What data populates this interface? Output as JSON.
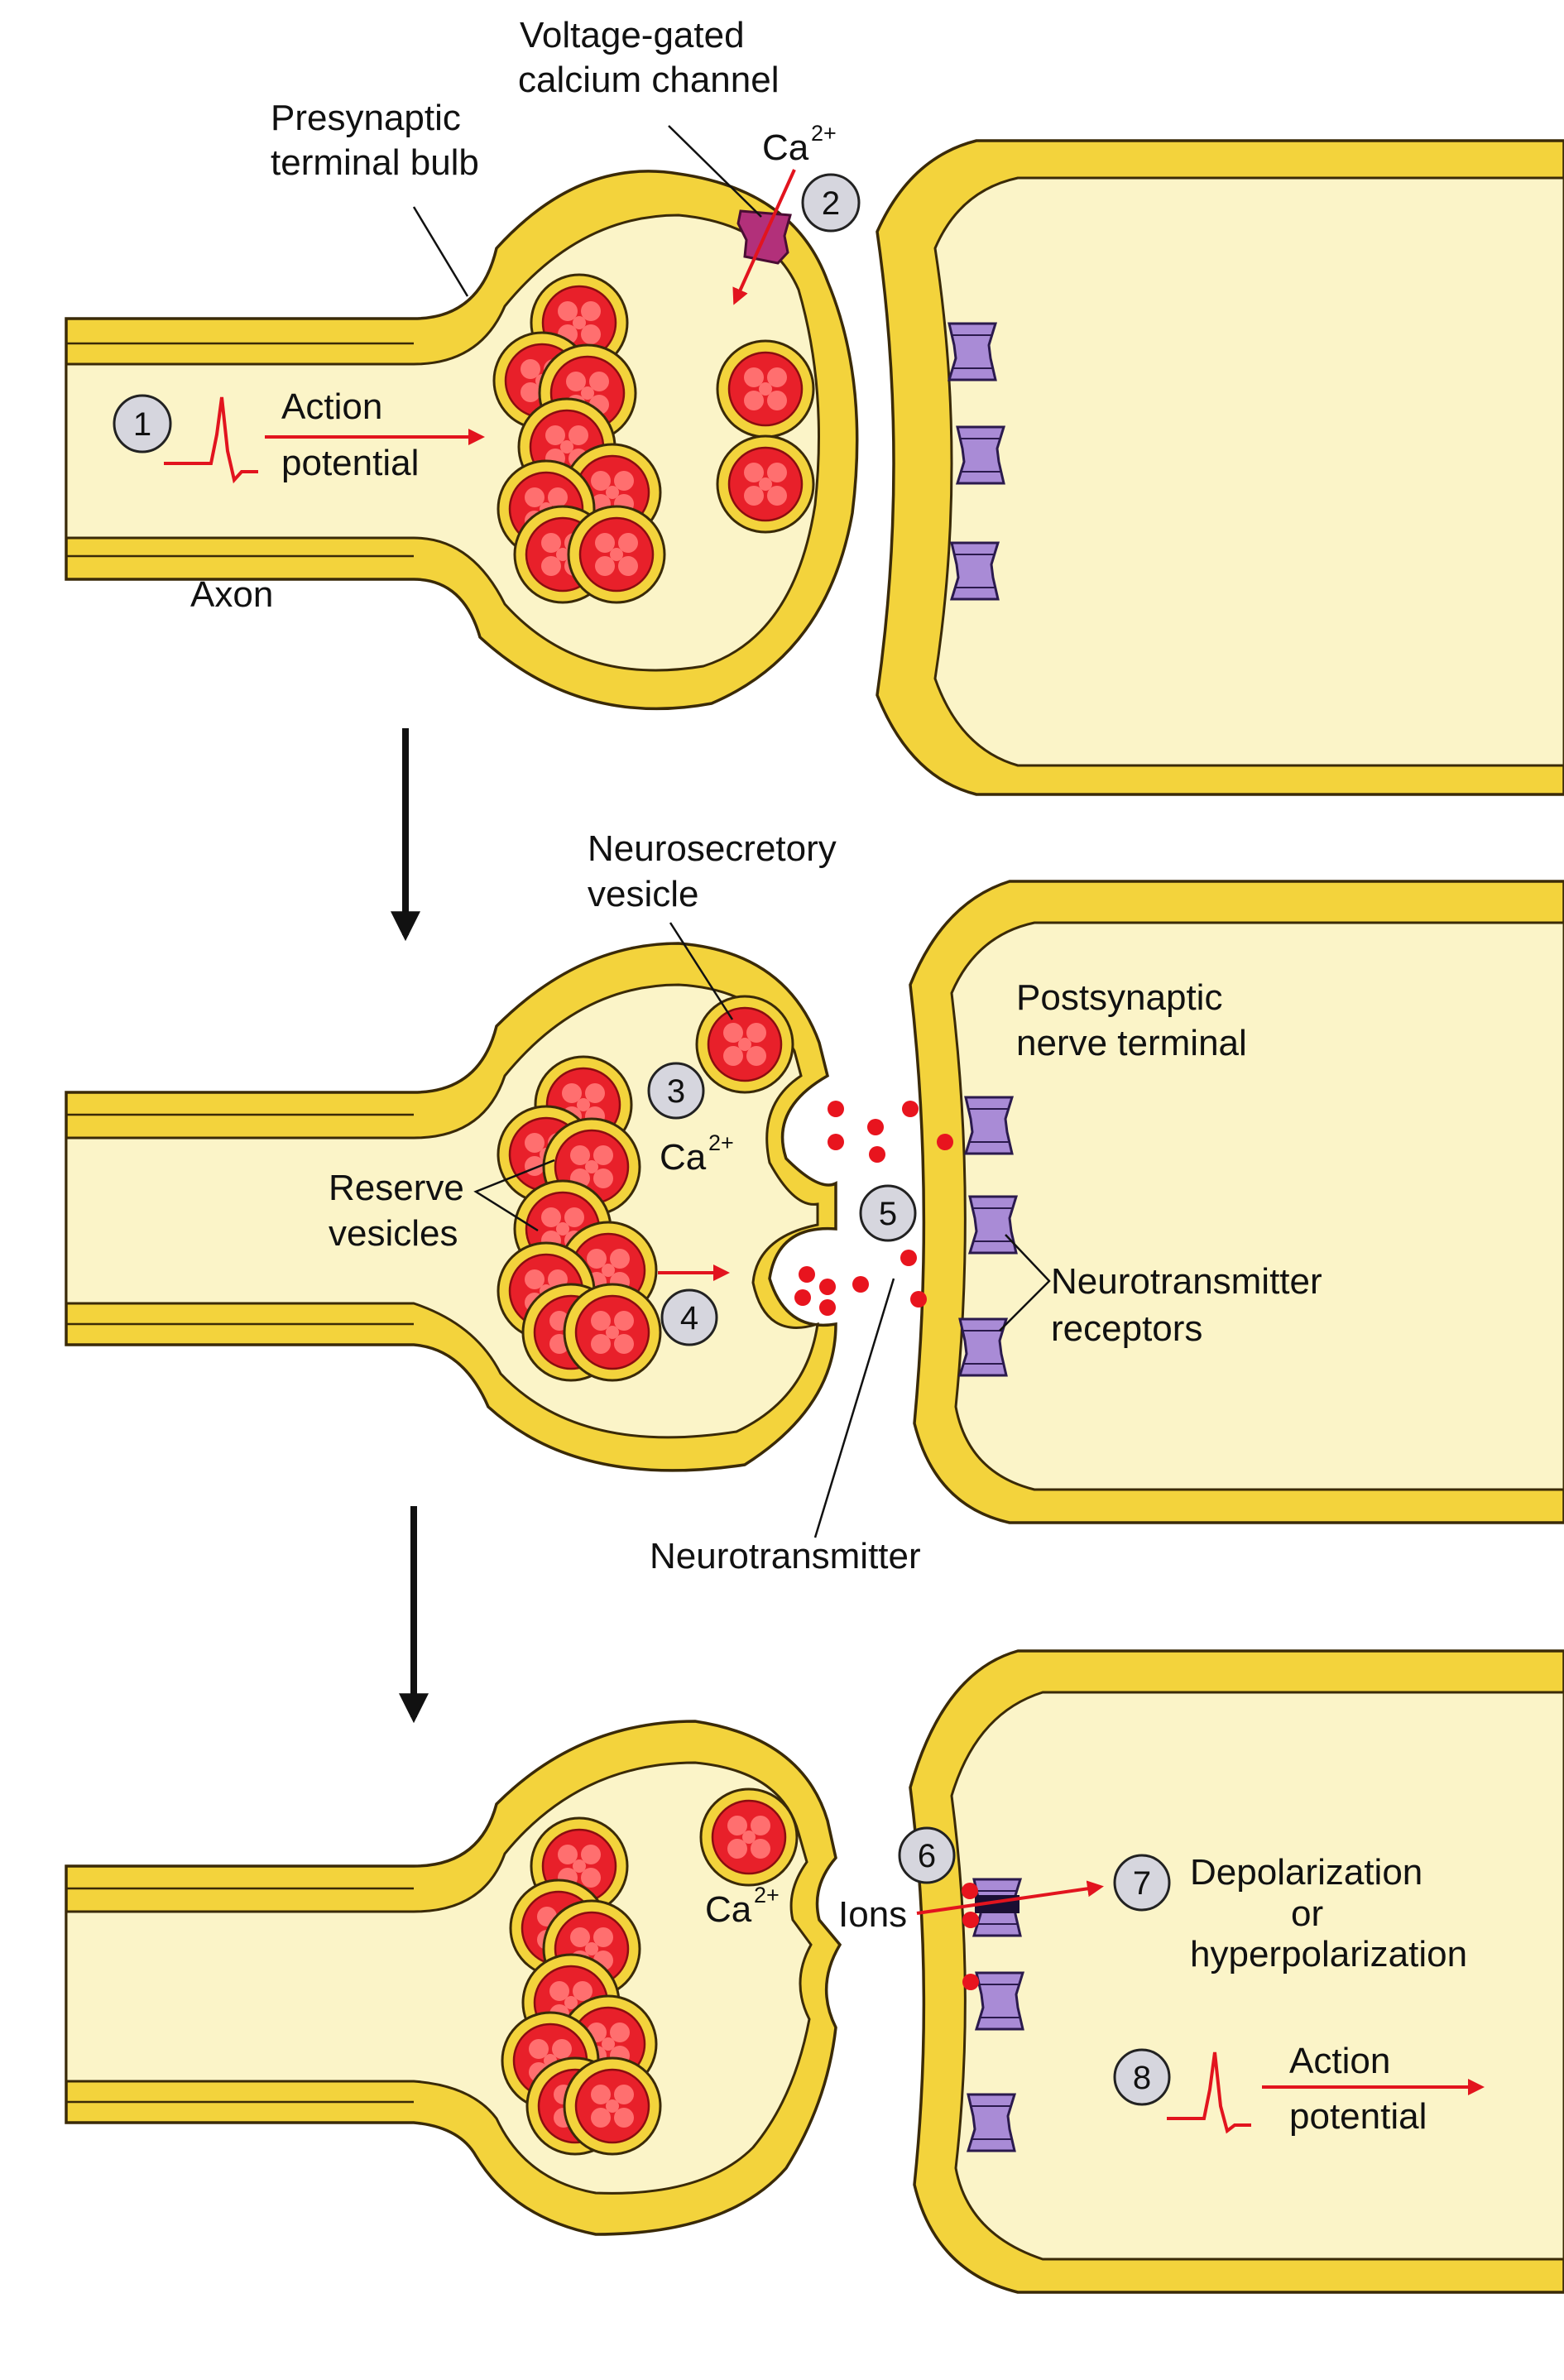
{
  "panel1": {
    "channel_label_line1": "Voltage-gated",
    "channel_label_line2": "calcium channel",
    "bulb_label_line1": "Presynaptic",
    "bulb_label_line2": "terminal bulb",
    "ca": "Ca",
    "ca_charge": "2+",
    "step1": "1",
    "step2": "2",
    "action_line1": "Action",
    "action_line2": "potential",
    "axon": "Axon"
  },
  "panel2": {
    "vesicle_label_line1": "Neurosecretory",
    "vesicle_label_line2": "vesicle",
    "post_label_line1": "Postsynaptic",
    "post_label_line2": "nerve terminal",
    "step3": "3",
    "ca": "Ca",
    "ca_charge": "2+",
    "reserve_line1": "Reserve",
    "reserve_line2": "vesicles",
    "step5": "5",
    "step4": "4",
    "receptor_line1": "Neurotransmitter",
    "receptor_line2": "receptors",
    "nt_label": "Neurotransmitter"
  },
  "panel3": {
    "ca": "Ca",
    "ca_charge": "2+",
    "step6": "6",
    "ions": "Ions",
    "step7": "7",
    "depol_line1": "Depolarization",
    "depol_line2": "or",
    "depol_line3": "hyperpolarization",
    "step8": "8",
    "action_line1": "Action",
    "action_line2": "potential"
  },
  "colors": {
    "membrane": "#f3d33c",
    "cytoplasm": "#fbf4c8",
    "vesicle": "#e8202a",
    "receptor": "#a98bd6",
    "arrow": "#e2141e"
  }
}
